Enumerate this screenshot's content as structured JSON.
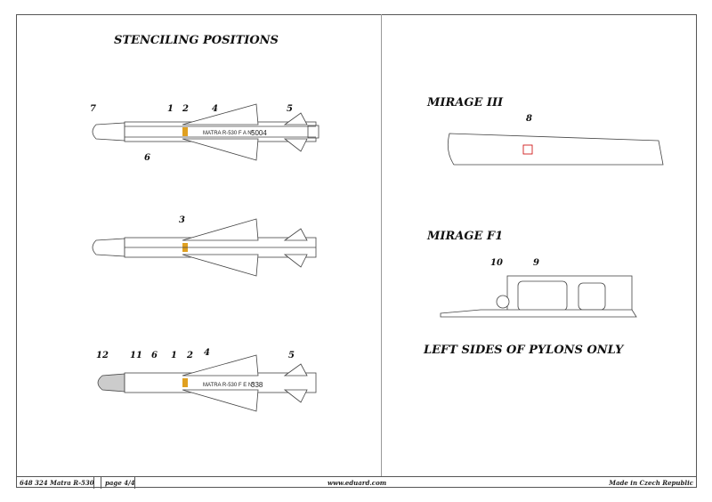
{
  "left_title": "STENCILING POSITIONS",
  "missiles": [
    {
      "marking": "MATRA R-530 F A Nº",
      "serial": "5004",
      "callouts": [
        "7",
        "1",
        "2",
        "4",
        "5",
        "6"
      ]
    },
    {
      "callouts": [
        "3"
      ]
    },
    {
      "marking": "MATRA R-530 F E Nº",
      "serial": "338",
      "callouts": [
        "12",
        "11",
        "6",
        "1",
        "2",
        "4",
        "5"
      ]
    }
  ],
  "mirage3": {
    "title": "MIRAGE III",
    "callout": "8"
  },
  "mirageF1": {
    "title": "MIRAGE F1",
    "callouts": [
      "10",
      "9"
    ]
  },
  "note": "LEFT SIDES OF PYLONS ONLY",
  "footer": {
    "product": "648 324  Matra R-530",
    "page": "page 4/4",
    "website": "www.eduard.com",
    "origin": "Made in Czech Republic"
  }
}
